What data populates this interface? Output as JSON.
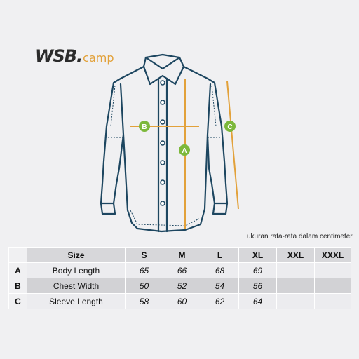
{
  "logo": {
    "main": "WSB.",
    "sub": "camp"
  },
  "markers": {
    "a": "A",
    "b": "B",
    "c": "C"
  },
  "colors": {
    "shirt_outline": "#1d4660",
    "measure_a": "#e2a13a",
    "measure_b": "#e2a13a",
    "measure_c": "#e2a13a",
    "marker_fill": "#7cb83b",
    "marker_text": "#ffffff"
  },
  "note": "ukuran rata-rata dalam centimeter",
  "table": {
    "headers": [
      "",
      "Size",
      "S",
      "M",
      "L",
      "XL",
      "XXL",
      "XXXL"
    ],
    "rows": [
      {
        "letter": "A",
        "name": "Body Length",
        "values": [
          "65",
          "66",
          "68",
          "69",
          "",
          ""
        ]
      },
      {
        "letter": "B",
        "name": "Chest Width",
        "values": [
          "50",
          "52",
          "54",
          "56",
          "",
          ""
        ]
      },
      {
        "letter": "C",
        "name": "Sleeve Length",
        "values": [
          "58",
          "60",
          "62",
          "64",
          "",
          ""
        ]
      }
    ]
  }
}
